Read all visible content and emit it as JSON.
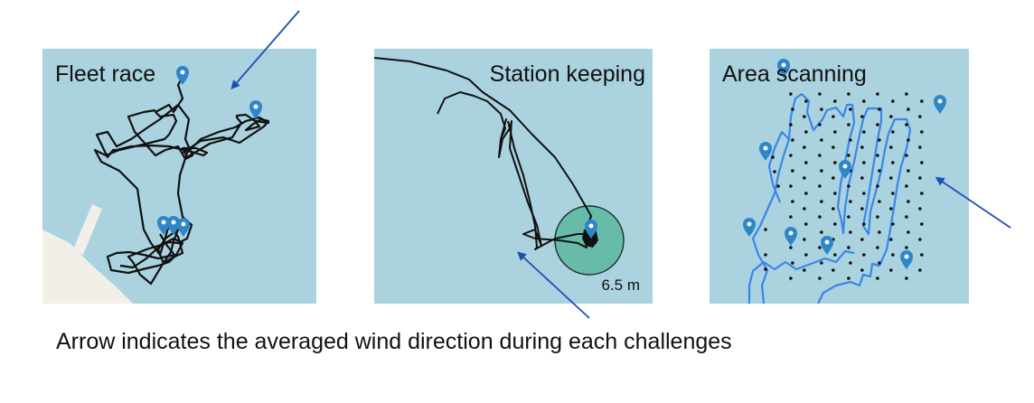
{
  "panels": [
    {
      "title": "Fleet race"
    },
    {
      "title": "Station keeping",
      "scale_label": "6.5 m"
    },
    {
      "title": "Area scanning"
    }
  ],
  "caption": "Arrow indicates the averaged wind direction during each challenges",
  "colors": {
    "water": "#aad3df",
    "land": "#f2efe9",
    "track_dark": "#111111",
    "track_blue": "#3a86e8",
    "marker": "#2e86c9",
    "arrow": "#1f4fb4",
    "circle_fill": "#5cb8a0"
  },
  "icons": [
    "map-pin-icon",
    "wind-arrow-icon"
  ]
}
